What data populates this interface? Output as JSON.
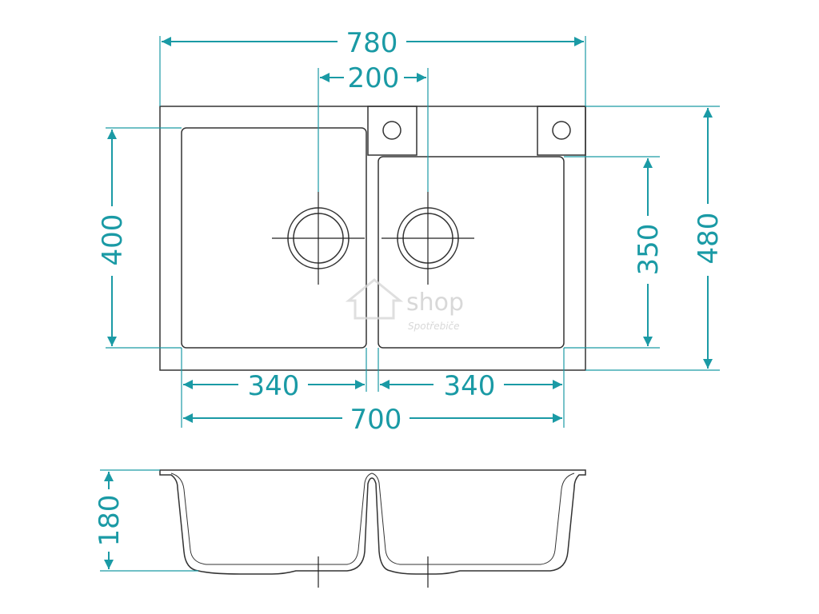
{
  "dimensions": {
    "overall_width": "780",
    "drain_spacing": "200",
    "left_bowl_width": "340",
    "right_bowl_width": "340",
    "bowls_total_width": "700",
    "left_bowl_depth": "400",
    "right_bowl_depth": "350",
    "overall_depth": "480",
    "bowl_height": "180"
  },
  "watermark": {
    "brand": "shop",
    "tagline": "Spotřebiče"
  },
  "colors": {
    "dimension": "#1a9aa5",
    "outline": "#333333",
    "watermark": "#cfcfcf"
  }
}
